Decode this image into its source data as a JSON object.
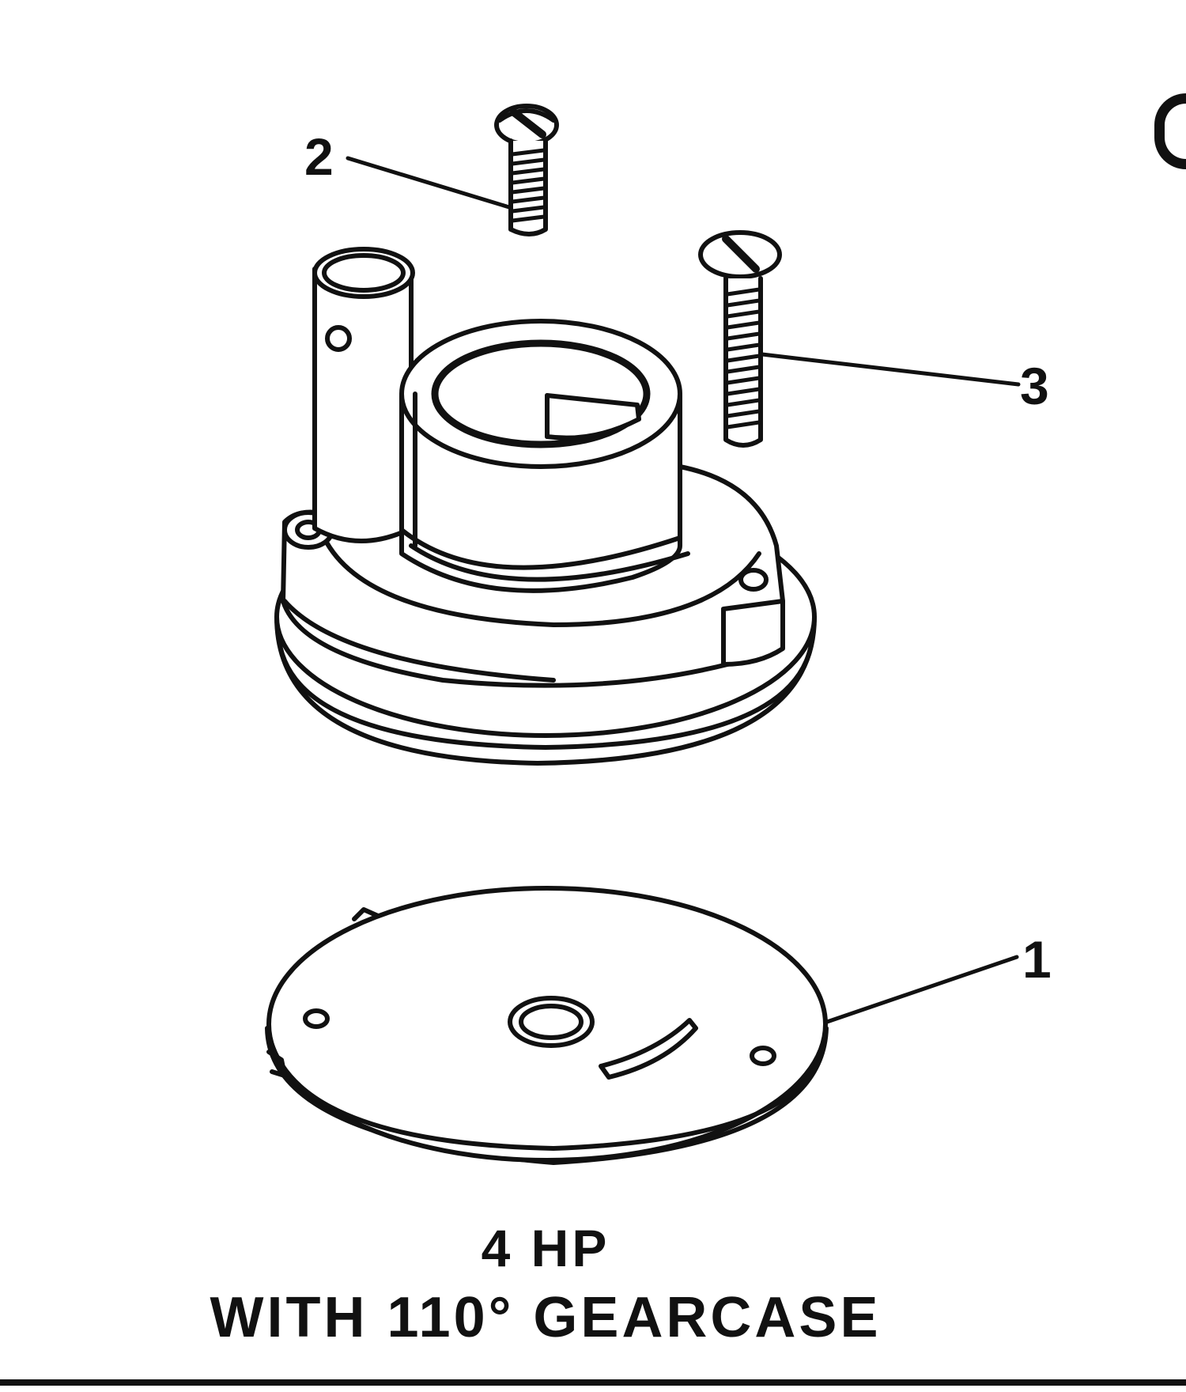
{
  "callouts": {
    "part_1": "1",
    "part_2": "2",
    "part_3": "3"
  },
  "caption": {
    "line1": "4 HP",
    "line2": "WITH 110° GEARCASE"
  },
  "colors": {
    "ink": "#111111",
    "paper": "#ffffff"
  }
}
